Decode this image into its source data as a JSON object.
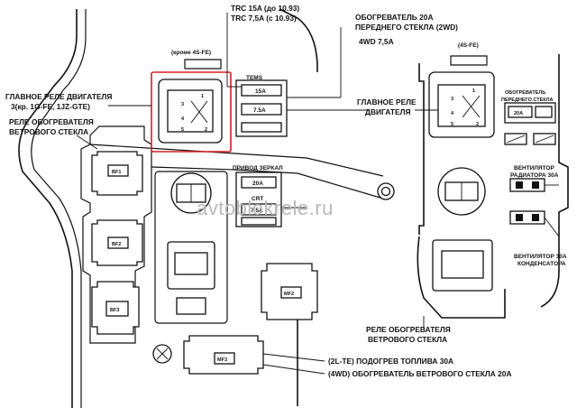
{
  "labels": {
    "trc_15a": "TRC  15A (до 10.93)",
    "trc_7_5a": "TRC  7,5A (с 10.93)",
    "heater_front_1": "ОБОГРЕВАТЕЛЬ         20A",
    "heater_front_2": "ПЕРЕДНЕГО СТЕКЛА (2WD)",
    "fwd_7_5a": "4WD  7,5A",
    "except_4s": "(кроме 4S-FE)",
    "only_4s": "(4S-FE)",
    "tems": "TEMS",
    "main_relay_red_1": "ГЛАВНОЕ РЕЛЕ ДВИГАТЕЛЯ",
    "main_relay_red_2": "3(кр. 1G-FE, 1JZ-GTE)",
    "rear_defog_relay_1": "РЕЛЕ ОБОГРЕВАТЕЛЯ",
    "rear_defog_relay_2": "ВЕТРОВОГО СТЕКЛА",
    "main_relay_right_1": "ГЛАВНОЕ РЕЛЕ",
    "main_relay_right_2": "ДВИГАТЕЛЯ",
    "front_heater_box_1": "ОБОГРЕВАТЕЛЬ",
    "front_heater_box_2": "ПЕРЕДНЕГО СТЕКЛА",
    "mirror_drive": "ПРИВОД ЗЕРКАЛ",
    "crt": "CRT",
    "fan_radiator_1": "ВЕНТИЛЯТОР",
    "fan_radiator_2": "РАДИАТОРА 30A",
    "fan_condenser_1": "ВЕНТИЛЯТОР 30A",
    "fan_condenser_2": "КОНДЕНСАТОРА",
    "bottom_relay_1": "РЕЛЕ ОБОГРЕВАТЕЛЯ",
    "bottom_relay_2": "ВЕТРОВОГО СТЕКЛА",
    "fuel_heater": "(2L-TE) ПОДОГРЕВ ТОПЛИВА     30A",
    "windshield_heater": "(4WD)  ОБОГРЕВАТЕЛЬ ВЕТРОВОГО СТЕКЛА 20A",
    "watermark": "avtoblokrele.ru"
  },
  "fuses": {
    "tems_15a": "15A",
    "tems_7_5a": "7.5A",
    "mirror_20a": "20A",
    "crt_7_5a": "7.5A",
    "right_20a": "20A"
  },
  "relay_blocks": {
    "bf1": "BF1",
    "bf2": "BF2",
    "bf3": "BF3",
    "mf2": "MF2",
    "mf3": "MF3"
  },
  "pins": {
    "p1": "1",
    "p2": "2",
    "p3": "3",
    "p4": "4",
    "p5": "5"
  },
  "colors": {
    "highlight": "#d42020",
    "line": "#111111",
    "watermark": "#b9b9b9"
  }
}
